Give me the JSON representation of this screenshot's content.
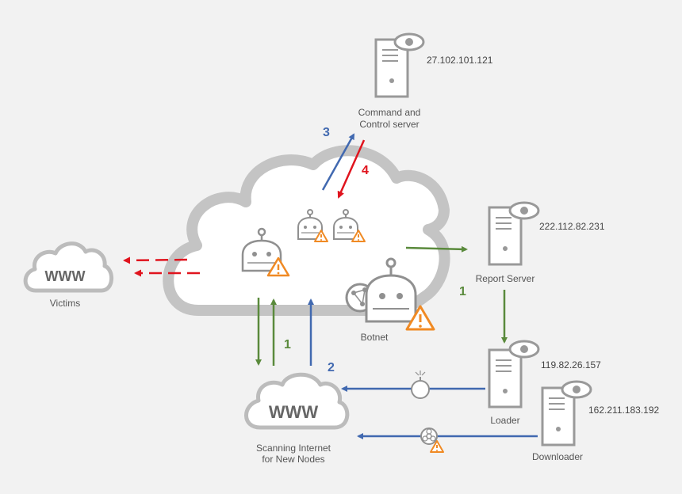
{
  "nodes": {
    "cnc": {
      "label_line1": "Command and",
      "label_line2": "Control server",
      "ip": "27.102.101.121"
    },
    "report": {
      "label": "Report Server",
      "ip": "222.112.82.231"
    },
    "loader": {
      "label": "Loader",
      "ip": "119.82.26.157"
    },
    "downloader": {
      "label": "Downloader",
      "ip": "162.211.183.192"
    },
    "botnet": {
      "label": "Botnet"
    },
    "victims": {
      "label": "Victims",
      "text": "WWW"
    },
    "scanning": {
      "label_line1": "Scanning Internet",
      "label_line2": "for New Nodes",
      "text": "WWW"
    }
  },
  "steps": {
    "scan_up": "1",
    "report_down": "1",
    "upload": "2",
    "to_cnc": "3",
    "from_cnc": "4"
  },
  "colors": {
    "green": "#5a8a3c",
    "blue": "#4169b0",
    "red": "#e0141e",
    "warning": "#f08a24",
    "outline": "#909090",
    "cloud_border": "#c4c4c4"
  }
}
